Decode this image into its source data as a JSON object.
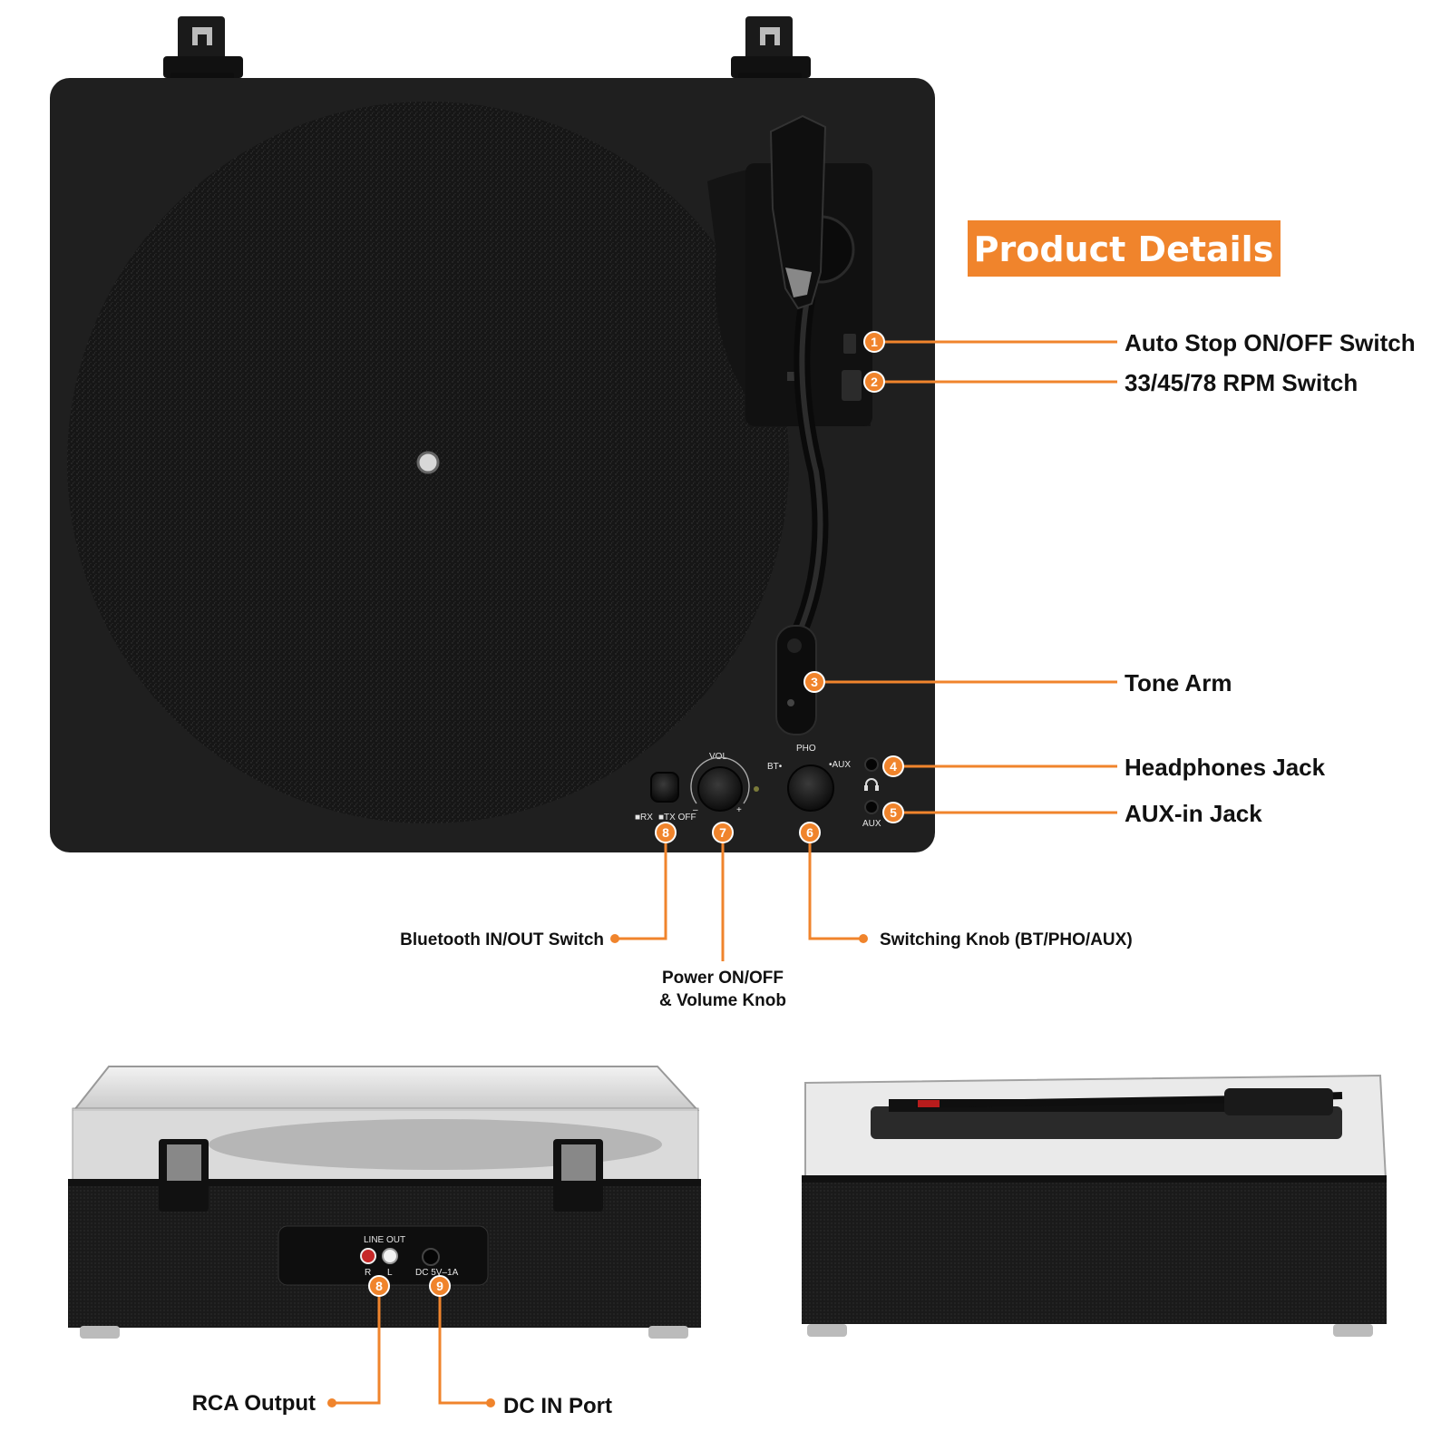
{
  "title": "Product Details",
  "colors": {
    "accent": "#F0842C",
    "body": "#1e1e1e",
    "platter": "#151515",
    "text": "#111111"
  },
  "callouts": [
    {
      "num": "1",
      "label": "Auto Stop ON/OFF Switch"
    },
    {
      "num": "2",
      "label": "33/45/78 RPM Switch"
    },
    {
      "num": "3",
      "label": "Tone Arm"
    },
    {
      "num": "4",
      "label": "Headphones Jack"
    },
    {
      "num": "5",
      "label": "AUX-in Jack"
    },
    {
      "num": "6",
      "label": "Switching Knob (BT/PHO/AUX)"
    },
    {
      "num": "7",
      "label_line1": "Power ON/OFF",
      "label_line2": "& Volume Knob"
    },
    {
      "num": "8",
      "label": "Bluetooth IN/OUT Switch"
    }
  ],
  "rear_callouts": [
    {
      "num": "8",
      "label": "RCA Output"
    },
    {
      "num": "9",
      "label": "DC IN Port"
    }
  ],
  "panel_markings": {
    "vol": "VOL",
    "pho": "PHO",
    "bt": "BT•",
    "aux_right": "•AUX",
    "aux_jack": "AUX",
    "rx": "RX",
    "tx_off": "TX OFF",
    "minus": "–",
    "plus": "+"
  },
  "rear_panel_markings": {
    "line_out": "LINE OUT",
    "r": "R",
    "l": "L",
    "dc": "DC 5V–1A"
  },
  "icons": {
    "headphones": "headphones-icon",
    "power_led": "led-indicator"
  }
}
